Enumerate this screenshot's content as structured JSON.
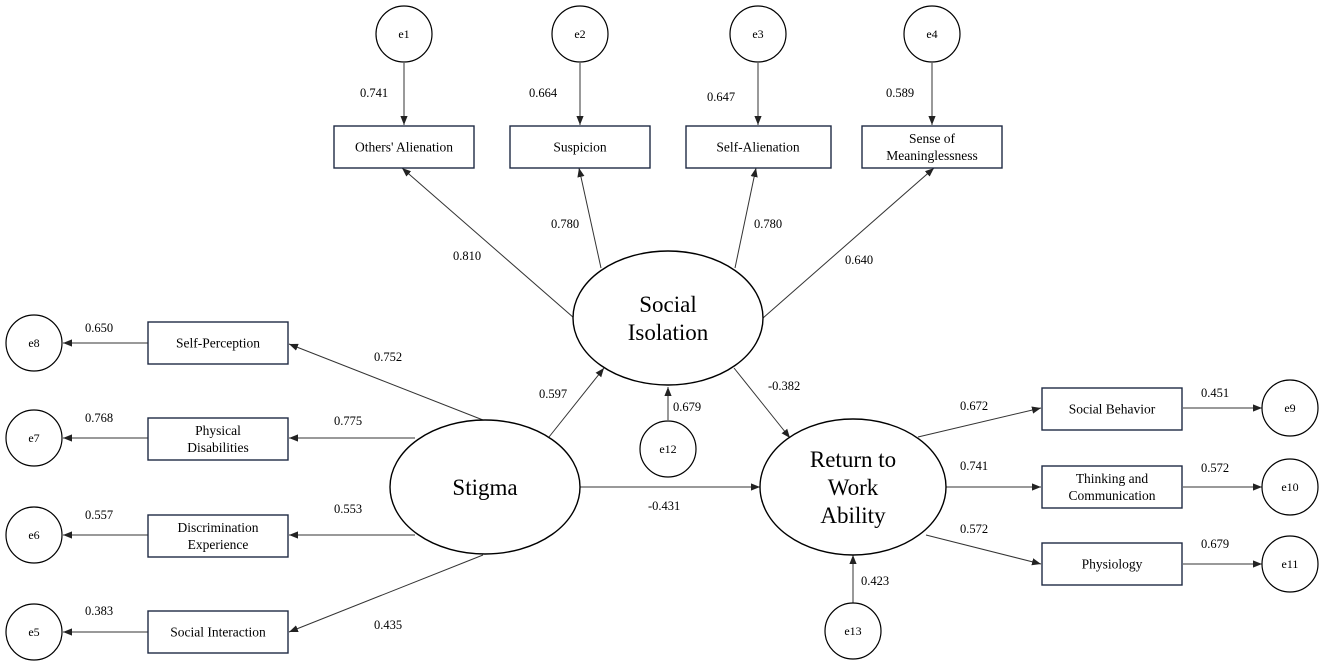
{
  "latents": {
    "social_isolation": [
      "Social",
      "Isolation"
    ],
    "stigma": [
      "Stigma"
    ],
    "return_to_work": [
      "Return to",
      "Work",
      "Ability"
    ]
  },
  "indicators": {
    "others_alienation": [
      "Others' Alienation"
    ],
    "suspicion": [
      "Suspicion"
    ],
    "self_alienation": [
      "Self-Alienation"
    ],
    "meaninglessness": [
      "Sense of",
      "Meaninglessness"
    ],
    "self_perception": [
      "Self-Perception"
    ],
    "physical_disabilities": [
      "Physical",
      "Disabilities"
    ],
    "discrimination_experience": [
      "Discrimination",
      "Experience"
    ],
    "social_interaction": [
      "Social Interaction"
    ],
    "social_behavior": [
      "Social Behavior"
    ],
    "thinking_communication": [
      "Thinking and",
      "Communication"
    ],
    "physiology": [
      "Physiology"
    ]
  },
  "errors": {
    "e1": "e1",
    "e2": "e2",
    "e3": "e3",
    "e4": "e4",
    "e5": "e5",
    "e6": "e6",
    "e7": "e7",
    "e8": "e8",
    "e9": "e9",
    "e10": "e10",
    "e11": "e11",
    "e12": "e12",
    "e13": "e13"
  },
  "coefficients": {
    "e1_others": "0.741",
    "e2_suspicion": "0.664",
    "e3_selfalien": "0.647",
    "e4_meaning": "0.589",
    "si_others": "0.810",
    "si_suspicion": "0.780",
    "si_selfalien": "0.780",
    "si_meaning": "0.640",
    "selfperc_e8": "0.650",
    "physdis_e7": "0.768",
    "discrim_e6": "0.557",
    "socint_e5": "0.383",
    "stigma_selfperc": "0.752",
    "stigma_physdis": "0.775",
    "stigma_discrim": "0.553",
    "stigma_socint": "0.435",
    "stigma_si": "0.597",
    "e12_si": "0.679",
    "si_rtw": "-0.382",
    "stigma_rtw": "-0.431",
    "rtw_socbeh": "0.672",
    "rtw_thinking": "0.741",
    "rtw_physio": "0.572",
    "socbeh_e9": "0.451",
    "thinking_e10": "0.572",
    "physio_e11": "0.679",
    "e13_rtw": "0.423"
  }
}
